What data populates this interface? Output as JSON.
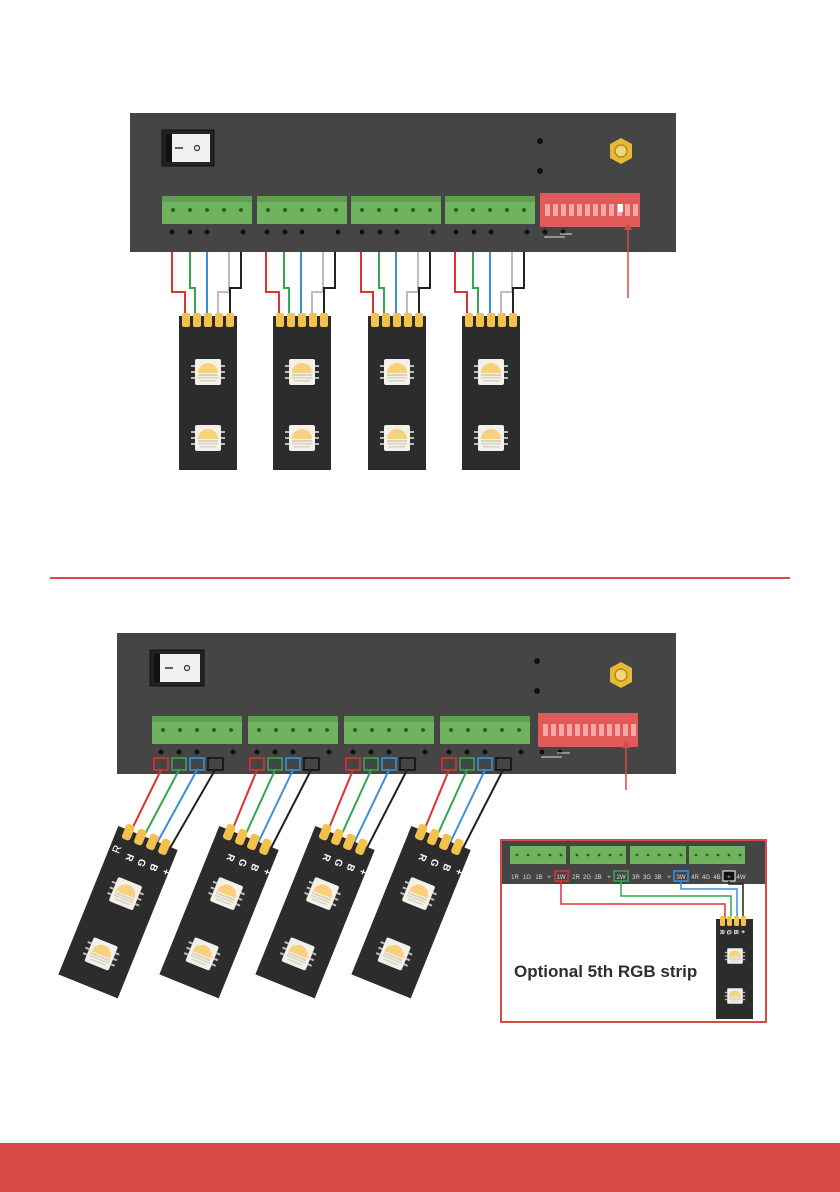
{
  "colors": {
    "accent_red": "#d94a47",
    "panel": "#454545",
    "terminal_green": "#6fb35f",
    "dip_red": "#e25a57",
    "wire_red": "#e03131",
    "wire_green": "#2fa84f",
    "wire_blue": "#3b8fd9",
    "wire_black": "#222222",
    "wire_white": "#bdbdbd",
    "led_yellow": "#f7d27a",
    "strip": "#2c2c2c"
  },
  "inset": {
    "terminal_labels": [
      "1R",
      "1G",
      "1B",
      "+",
      "1W",
      "2R",
      "2G",
      "2B",
      "+",
      "2W",
      "3R",
      "3G",
      "3B",
      "+",
      "3W",
      "4R",
      "4G",
      "4B",
      "+",
      "4W"
    ],
    "strip_pins": [
      "R",
      "G",
      "B",
      "+"
    ],
    "caption": "Optional 5th RGB strip"
  },
  "strip_pins": [
    "R",
    "G",
    "B",
    "+"
  ],
  "icons": [
    "power-switch-icon",
    "antenna-connector-icon",
    "dip-switch-icon",
    "led-chip-icon"
  ]
}
